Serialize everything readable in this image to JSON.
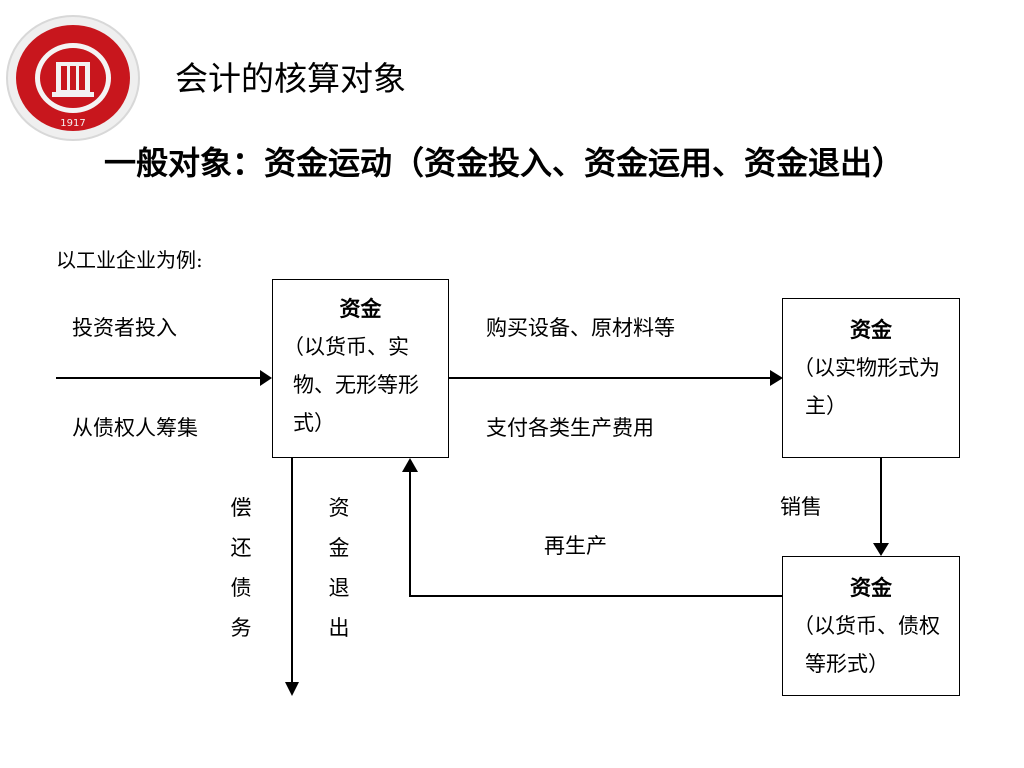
{
  "slide": {
    "title": "会计的核算对象",
    "subtitle": "一般对象：资金运动（资金投入、资金运用、资金退出）",
    "example_label": "以工业企业为例:"
  },
  "logo": {
    "year": "1917",
    "color": "#c8161d"
  },
  "diagram": {
    "inflow_top": "投资者投入",
    "inflow_bottom": "从债权人筹集",
    "box1": {
      "head": "资金",
      "body": "（以货币、实物、无形等形式）"
    },
    "mid_top": "购买设备、原材料等",
    "mid_bottom": "支付各类生产费用",
    "box2": {
      "head": "资金",
      "body": "（以实物形式为主）"
    },
    "sell_label": "销售",
    "box3": {
      "head": "资金",
      "body": "（以货币、债权等形式）"
    },
    "reproduce_label": "再生产",
    "repay_chars": [
      "偿",
      "还",
      "债",
      "务"
    ],
    "exit_chars": [
      "资",
      "金",
      "退",
      "出"
    ]
  }
}
